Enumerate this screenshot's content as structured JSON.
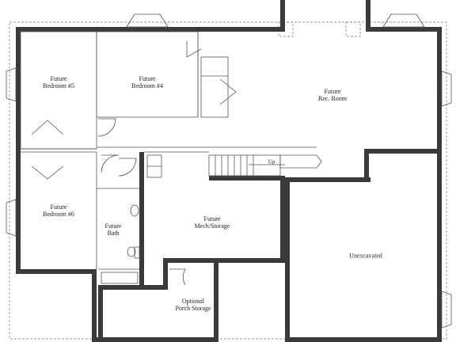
{
  "rooms": [
    {
      "id": "bedroom5",
      "lines": [
        "Future",
        "Bedroom #5"
      ]
    },
    {
      "id": "bedroom4",
      "lines": [
        "Future",
        "Bedroom #4"
      ]
    },
    {
      "id": "rec",
      "lines": [
        "Future",
        "Rec. Room"
      ]
    },
    {
      "id": "bedroom6",
      "lines": [
        "Future",
        "Bedroom #6"
      ]
    },
    {
      "id": "bath",
      "lines": [
        "Future",
        "Bath"
      ]
    },
    {
      "id": "mech",
      "lines": [
        "Future",
        "Mech/Storage"
      ]
    },
    {
      "id": "unexcavated",
      "lines": [
        "Unexcavated"
      ]
    },
    {
      "id": "porch",
      "lines": [
        "Optional",
        "Porch Storage"
      ]
    }
  ],
  "stair_label": "Up"
}
